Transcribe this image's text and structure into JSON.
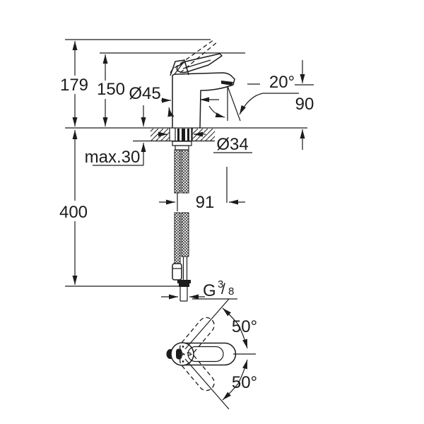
{
  "colors": {
    "ink": "#1c1c1c",
    "bg": "#ffffff"
  },
  "dimensions": {
    "overall_height": "179",
    "spout_top_height": "150",
    "body_diameter": "Ø45",
    "spout_angle": "20°",
    "spout_outlet_height": "90",
    "max_mounting_thickness": "max.30",
    "mounting_hole_diameter": "Ø34",
    "hose_length_below_deck": "400",
    "spout_reach": "91",
    "handle_swivel_up": "50°",
    "handle_swivel_down": "50°",
    "thread": {
      "prefix": "G",
      "numerator": "3",
      "slash": "/",
      "denominator": "8"
    }
  }
}
